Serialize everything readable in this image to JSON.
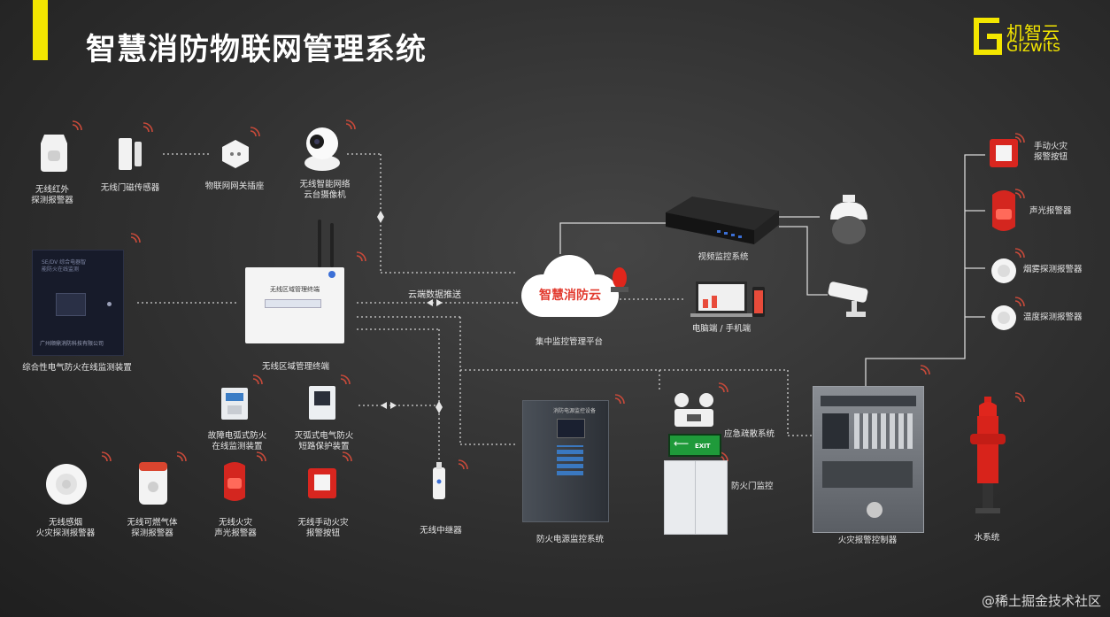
{
  "title": "智慧消防物联网管理系统",
  "logo": {
    "cn": "机智云",
    "en": "Gizwits",
    "color": "#f3e600",
    "icon": "gizwits-g-logo"
  },
  "accent_color": "#f3e600",
  "cloud": {
    "label": "智慧消防云",
    "caption": "集中监控管理平台"
  },
  "links": {
    "cloud_push": "云端数据推送"
  },
  "devices": {
    "pir": [
      "无线红外",
      "探测报警器"
    ],
    "door": [
      "无线门磁传感器"
    ],
    "gateway_socket": [
      "物联网网关插座"
    ],
    "camera": [
      "无线智能网络",
      "云台摄像机"
    ],
    "elec_monitor": [
      "综合性电气防火在线监测装置"
    ],
    "elec_monitor_panel_text": [
      "SE/DV 综合电器智",
      "能防火在线监测"
    ],
    "elec_monitor_panel_footer": "广州顺鼎消防科技有限公司",
    "terminal": [
      "无线区域管理终端"
    ],
    "terminal_panel_text": "无线区域管理终端",
    "arc_fault": [
      "故障电弧式防火",
      "在线监测装置"
    ],
    "arc_extinguish": [
      "灭弧式电气防火",
      "短路保护装置"
    ],
    "smoke_wireless": [
      "无线感烟",
      "火灾探测报警器"
    ],
    "gas": [
      "无线可燃气体",
      "探测报警器"
    ],
    "siren_wireless": [
      "无线火灾",
      "声光报警器"
    ],
    "manual_wireless": [
      "无线手动火灾",
      "报警按钮"
    ],
    "repeater": [
      "无线中继器"
    ],
    "power_monitor": [
      "防火电源监控系统"
    ],
    "power_monitor_panel_text": "消防电源监控设备",
    "video": [
      "视频监控系统"
    ],
    "pc_phone": [
      "电脑端 / 手机端"
    ],
    "emergency": [
      "应急疏散系统"
    ],
    "exit_sign": "EXIT",
    "fire_door": [
      "防火门监控"
    ],
    "controller": [
      "火灾报警控制器"
    ],
    "water": [
      "水系统"
    ],
    "manual_btn": [
      "手动火灾",
      "报警按钮"
    ],
    "sounder": [
      "声光报警器"
    ],
    "smoke_det": [
      "烟雾探测报警器"
    ],
    "temp_det": [
      "温度探测报警器"
    ]
  },
  "watermark": "@稀土掘金技术社区"
}
